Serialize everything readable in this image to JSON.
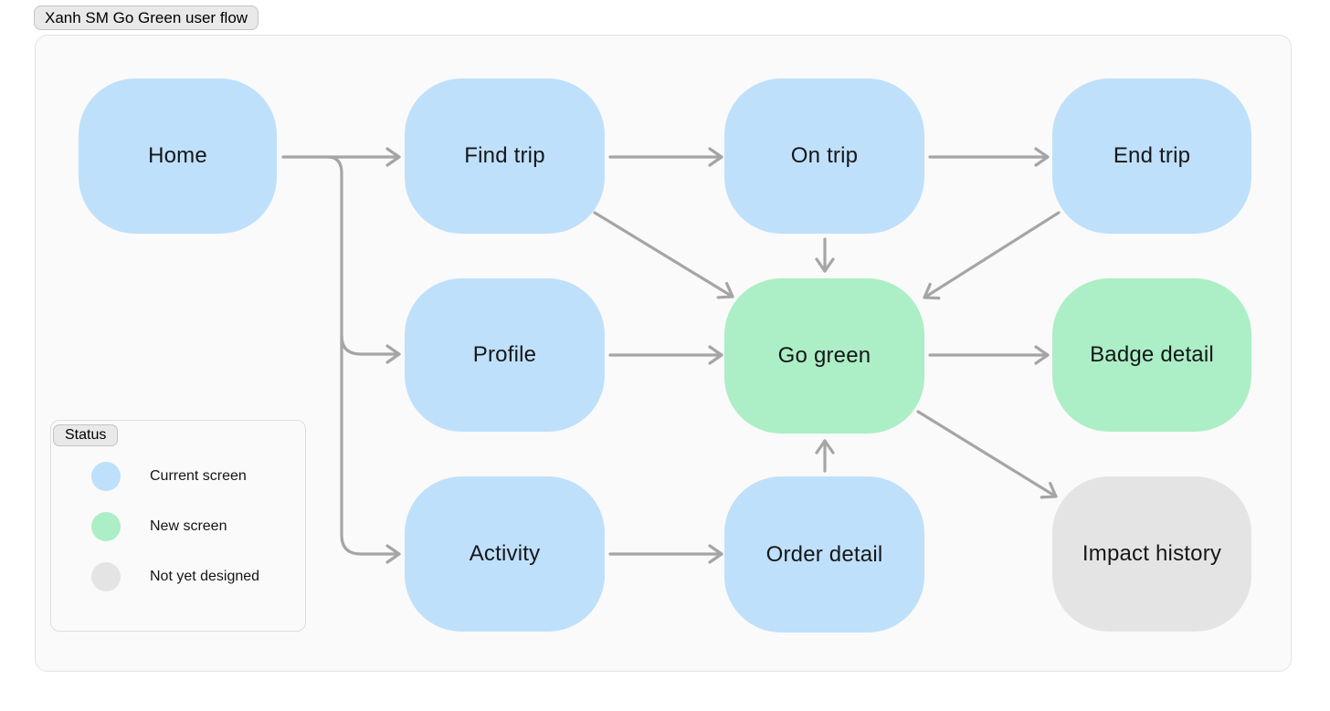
{
  "title": "Xanh SM Go Green user flow",
  "colors": {
    "current_screen": "#bfe0fa",
    "new_screen": "#aceec5",
    "not_yet_designed": "#e4e4e4",
    "arrow": "#a5a5a5"
  },
  "nodes": [
    {
      "id": "home",
      "label": "Home",
      "status": "current_screen"
    },
    {
      "id": "find-trip",
      "label": "Find trip",
      "status": "current_screen"
    },
    {
      "id": "on-trip",
      "label": "On trip",
      "status": "current_screen"
    },
    {
      "id": "end-trip",
      "label": "End trip",
      "status": "current_screen"
    },
    {
      "id": "profile",
      "label": "Profile",
      "status": "current_screen"
    },
    {
      "id": "go-green",
      "label": "Go green",
      "status": "new_screen"
    },
    {
      "id": "badge-detail",
      "label": "Badge detail",
      "status": "new_screen"
    },
    {
      "id": "activity",
      "label": "Activity",
      "status": "current_screen"
    },
    {
      "id": "order-detail",
      "label": "Order detail",
      "status": "current_screen"
    },
    {
      "id": "impact-history",
      "label": "Impact history",
      "status": "not_yet_designed"
    }
  ],
  "edges": [
    {
      "from": "Home",
      "to": "Find trip"
    },
    {
      "from": "Home",
      "to": "Profile"
    },
    {
      "from": "Home",
      "to": "Activity"
    },
    {
      "from": "Find trip",
      "to": "On trip"
    },
    {
      "from": "On trip",
      "to": "End trip"
    },
    {
      "from": "Find trip",
      "to": "Go green"
    },
    {
      "from": "On trip",
      "to": "Go green"
    },
    {
      "from": "End trip",
      "to": "Go green"
    },
    {
      "from": "Profile",
      "to": "Go green"
    },
    {
      "from": "Order detail",
      "to": "Go green"
    },
    {
      "from": "Go green",
      "to": "Badge detail"
    },
    {
      "from": "Go green",
      "to": "Impact history"
    },
    {
      "from": "Activity",
      "to": "Order detail"
    }
  ],
  "legend": {
    "label": "Status",
    "items": [
      {
        "label": "Current screen",
        "color": "#bfe0fa"
      },
      {
        "label": "New screen",
        "color": "#aceec5"
      },
      {
        "label": "Not yet designed",
        "color": "#e4e4e4"
      }
    ]
  }
}
